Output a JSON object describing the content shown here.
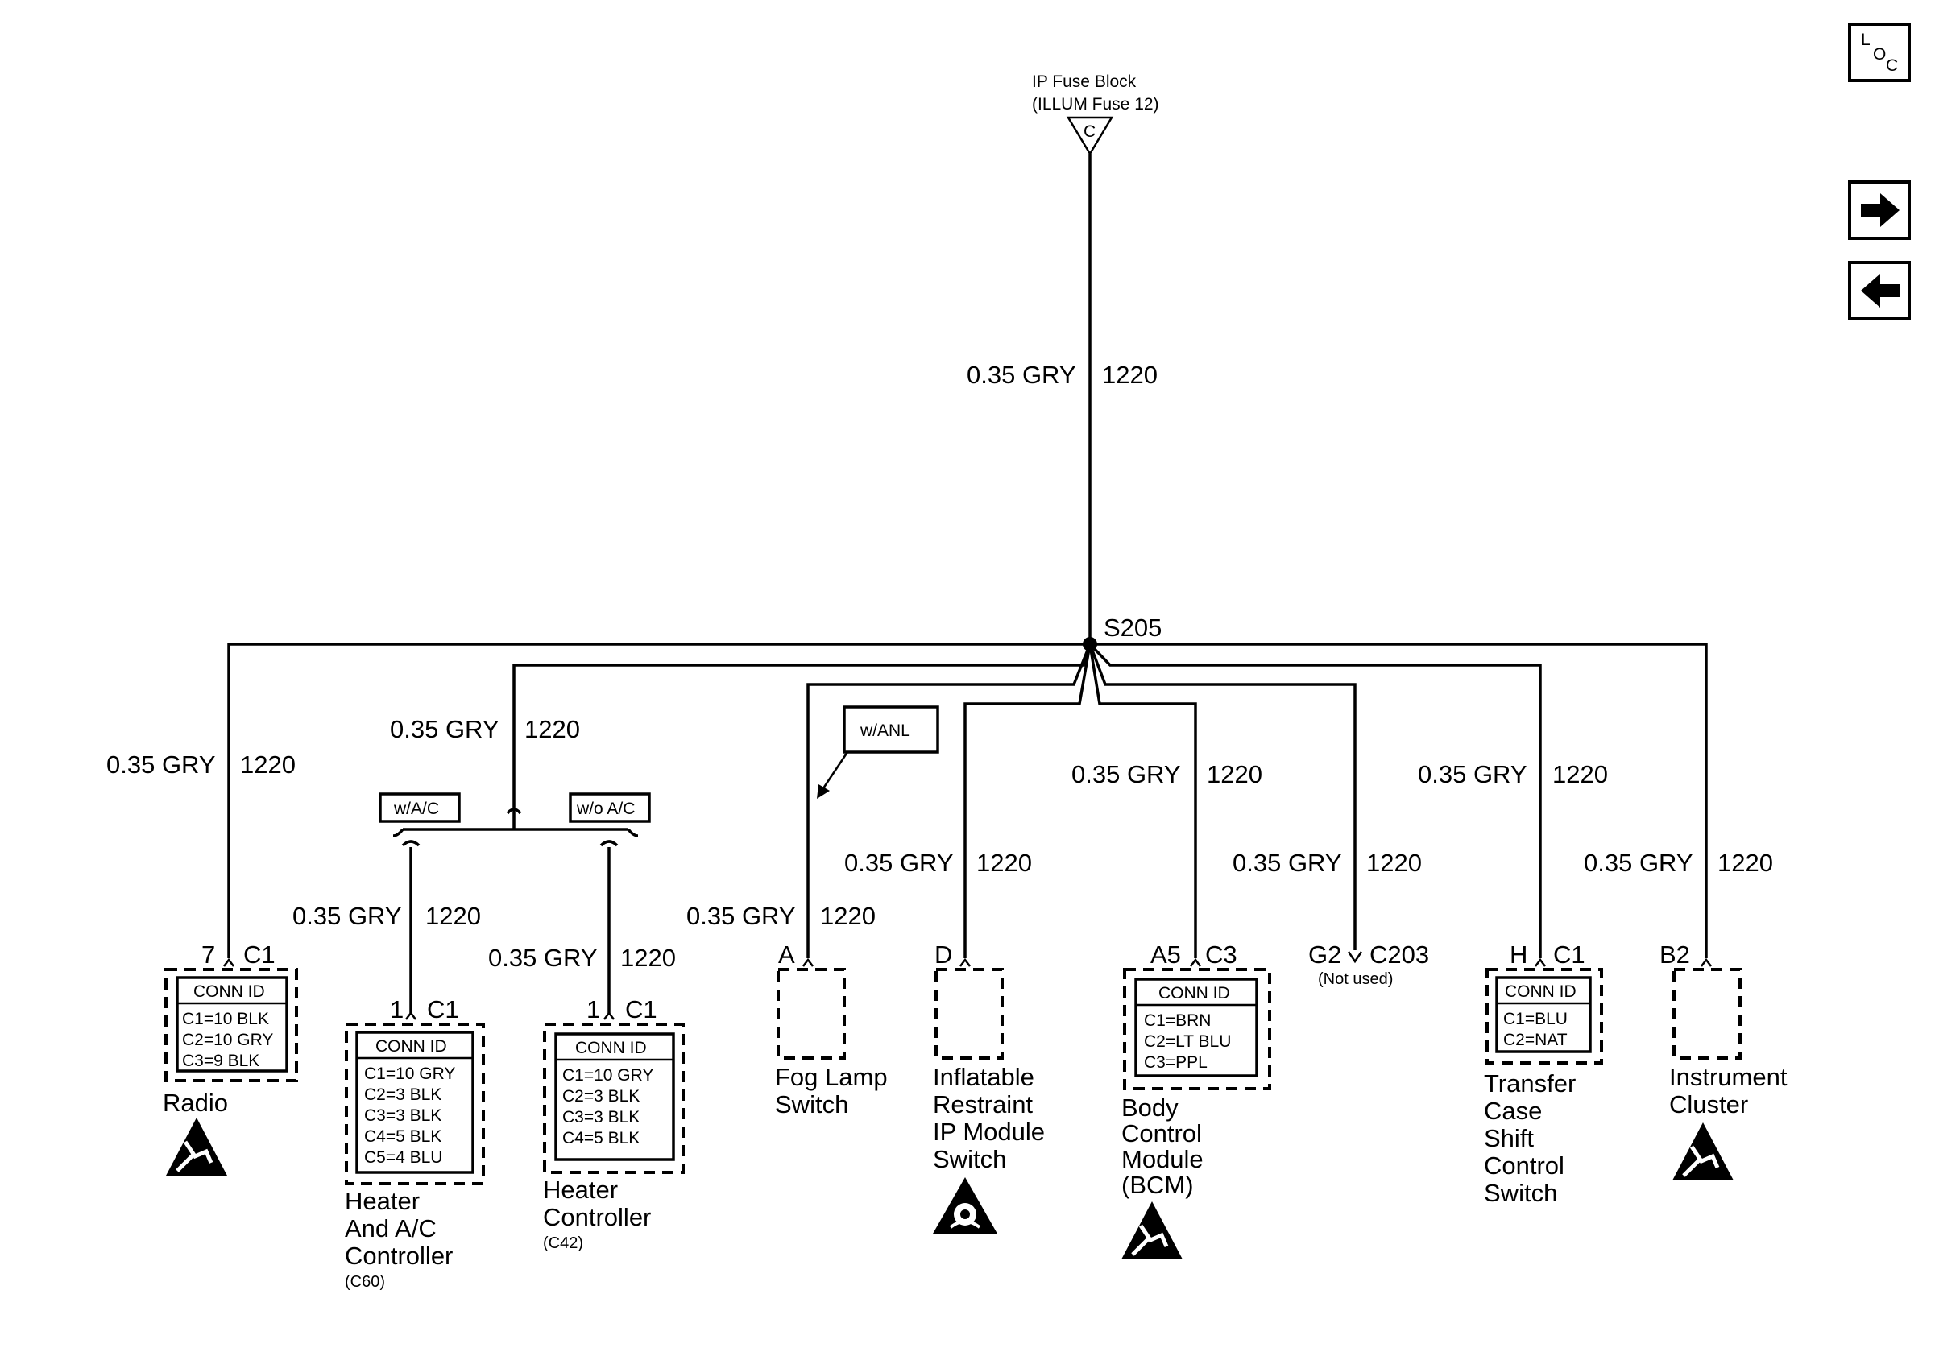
{
  "header": {
    "fuse_block": "IP Fuse Block",
    "fuse_name": "(ILLUM Fuse 12)",
    "terminal": "C"
  },
  "splice": "S205",
  "wire": {
    "gauge_color": "0.35 GRY",
    "circuit": "1220"
  },
  "options": {
    "with_ac": "w/A/C",
    "without_ac": "w/o A/C",
    "with_anl": "w/ANL"
  },
  "nav": {
    "loc_l": "L",
    "loc_o": "O",
    "loc_c": "C"
  },
  "components": {
    "radio": {
      "pin": "7",
      "connector": "C1",
      "conn_id": "CONN ID",
      "rows": [
        "C1=10 BLK",
        "C2=10 GRY",
        "C3=9 BLK"
      ],
      "name": [
        "Radio"
      ]
    },
    "heater_ac": {
      "pin": "1",
      "connector": "C1",
      "conn_id": "CONN ID",
      "rows": [
        "C1=10 GRY",
        "C2=3 BLK",
        "C3=3 BLK",
        "C4=5 BLK",
        "C5=4 BLU"
      ],
      "name": [
        "Heater",
        "And A/C",
        "Controller"
      ],
      "code": "(C60)"
    },
    "heater": {
      "pin": "1",
      "connector": "C1",
      "conn_id": "CONN ID",
      "rows": [
        "C1=10 GRY",
        "C2=3 BLK",
        "C3=3 BLK",
        "C4=5 BLK"
      ],
      "name": [
        "Heater",
        "Controller"
      ],
      "code": "(C42)"
    },
    "fog": {
      "pin": "A",
      "name": [
        "Fog Lamp",
        "Switch"
      ]
    },
    "airbag": {
      "pin": "D",
      "name": [
        "Inflatable",
        "Restraint",
        "IP Module",
        "Switch"
      ]
    },
    "bcm": {
      "pin": "A5",
      "connector": "C3",
      "conn_id": "CONN ID",
      "rows": [
        "C1=BRN",
        "C2=LT BLU",
        "C3=PPL"
      ],
      "name": [
        "Body",
        "Control",
        "Module",
        "(BCM)"
      ]
    },
    "ground": {
      "pin": "G2",
      "connector": "C203",
      "note": "(Not used)"
    },
    "transfer": {
      "pin": "H",
      "connector": "C1",
      "conn_id": "CONN ID",
      "rows": [
        "C1=BLU",
        "C2=NAT"
      ],
      "name": [
        "Transfer",
        "Case",
        "Shift",
        "Control",
        "Switch"
      ]
    },
    "cluster": {
      "pin": "B2",
      "name": [
        "Instrument",
        "Cluster"
      ]
    }
  }
}
